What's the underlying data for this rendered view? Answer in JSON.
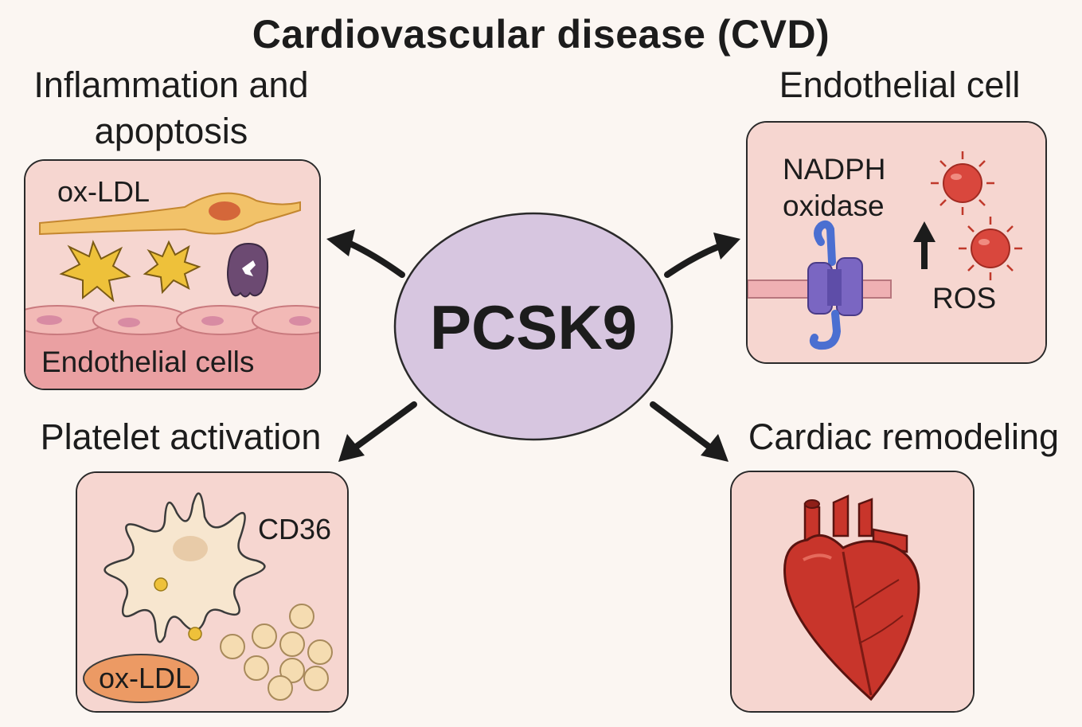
{
  "title": "Cardiovascular disease (CVD)",
  "center": {
    "label": "PCSK9",
    "color": "#d7c6e0"
  },
  "panels": {
    "inflammation": {
      "heading_line1": "Inflammation and",
      "heading_line2": "apoptosis",
      "oxldl_label": "ox-LDL",
      "endothelial_label": "Endothelial cells"
    },
    "endothelial": {
      "heading": "Endothelial cell",
      "enzyme_line1": "NADPH",
      "enzyme_line2": "oxidase",
      "ros_label": "ROS"
    },
    "platelet": {
      "heading": "Platelet activation",
      "receptor_label": "CD36",
      "oxldl_label": "ox-LDL"
    },
    "cardiac": {
      "heading": "Cardiac remodeling"
    }
  },
  "colors": {
    "panel_bg": "#f6d6d0",
    "accent_heart": "#c8352b",
    "ros": "#d9473d",
    "oxidase": "#7a66c2"
  }
}
